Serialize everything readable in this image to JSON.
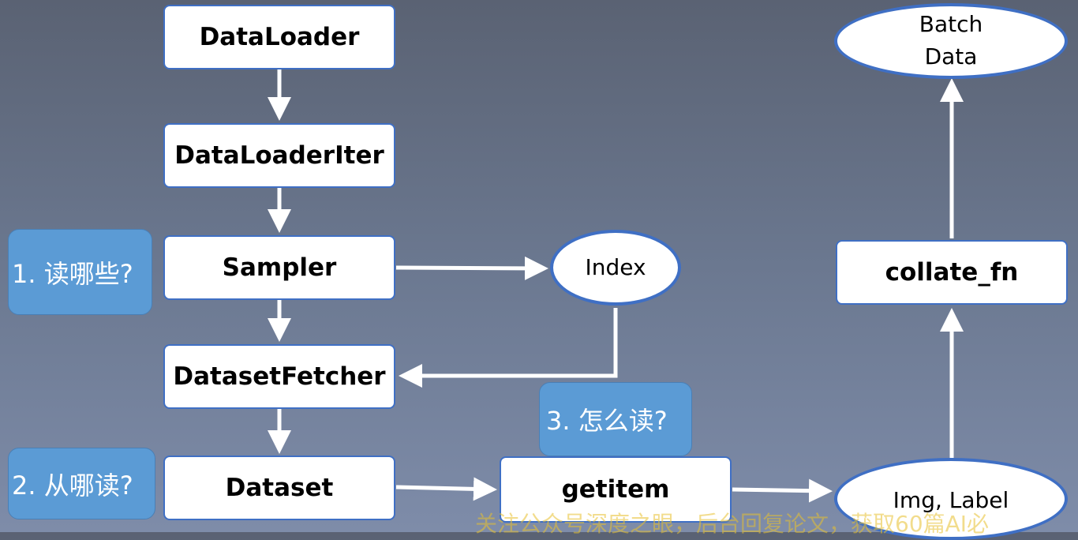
{
  "nodes": {
    "dataloader": "DataLoader",
    "dataloaderiter": "DataLoaderIter",
    "sampler": "Sampler",
    "datasetfetcher": "DatasetFetcher",
    "dataset": "Dataset",
    "getitem": "getitem",
    "collate_fn": "collate_fn",
    "index": "Index",
    "img_label": "Img, Label",
    "batch_data_line1": "Batch",
    "batch_data_line2": "Data"
  },
  "notes": {
    "read_which": "1. 读哪些?",
    "read_from": "2. 从哪读?",
    "how_read": "3. 怎么读?"
  },
  "watermark": "关注公众号深度之眼，后台回复论文，获取60篇AI必",
  "colors": {
    "box_border": "#3f6fc4",
    "note_fill": "#5b9bd5",
    "arrow": "#ffffff",
    "watermark": "#e8c12f"
  }
}
